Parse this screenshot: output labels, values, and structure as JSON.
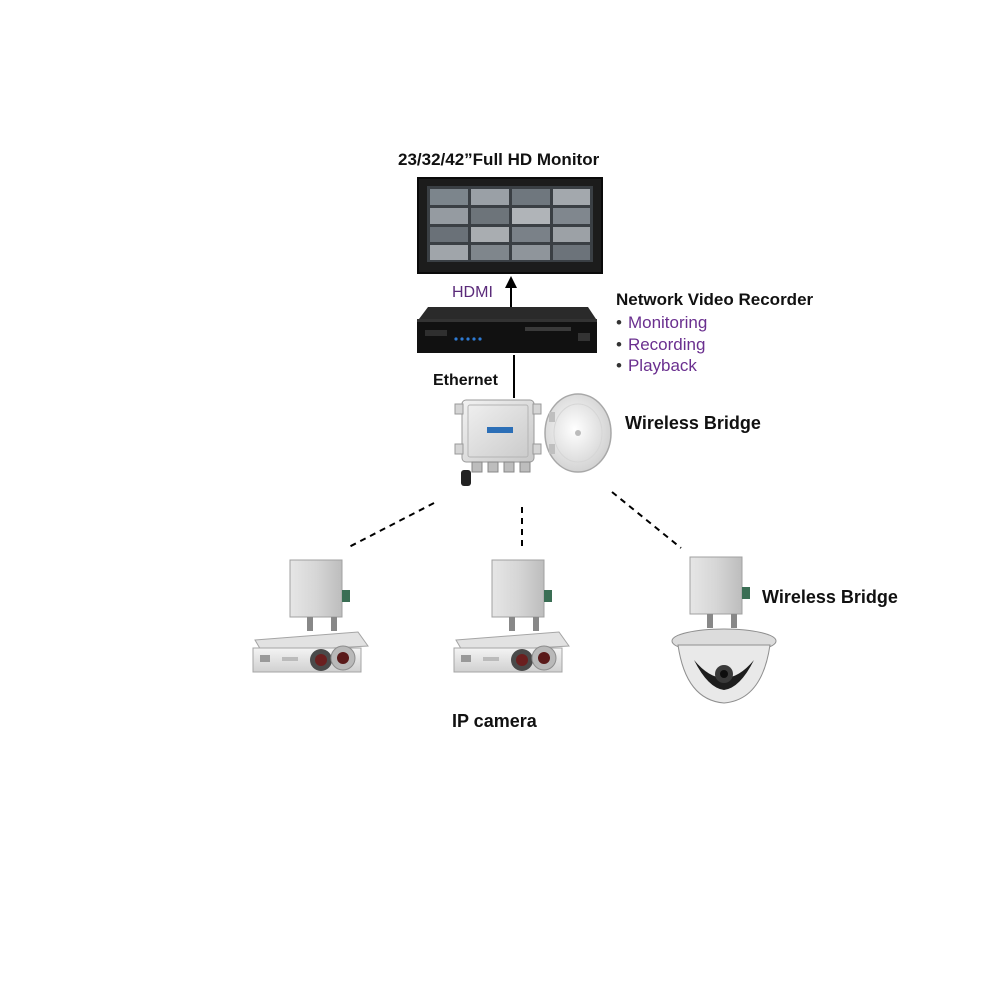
{
  "labels": {
    "monitor_title": "23/32/42”Full HD Monitor",
    "hdmi": "HDMI",
    "ethernet": "Ethernet",
    "nvr_title": "Network Video Recorder",
    "nvr_features": [
      "Monitoring",
      "Recording",
      "Playback"
    ],
    "wireless_bridge_top": "Wireless Bridge",
    "wireless_bridge_right": "Wireless Bridge",
    "ip_camera": "IP camera"
  },
  "colors": {
    "feature_text": "#6a2f8f",
    "hdmi_text": "#5b2b7a",
    "device_dark": "#1a1a1a",
    "device_light": "#e8e8e8",
    "panel_gray": "#d9d9d9"
  }
}
